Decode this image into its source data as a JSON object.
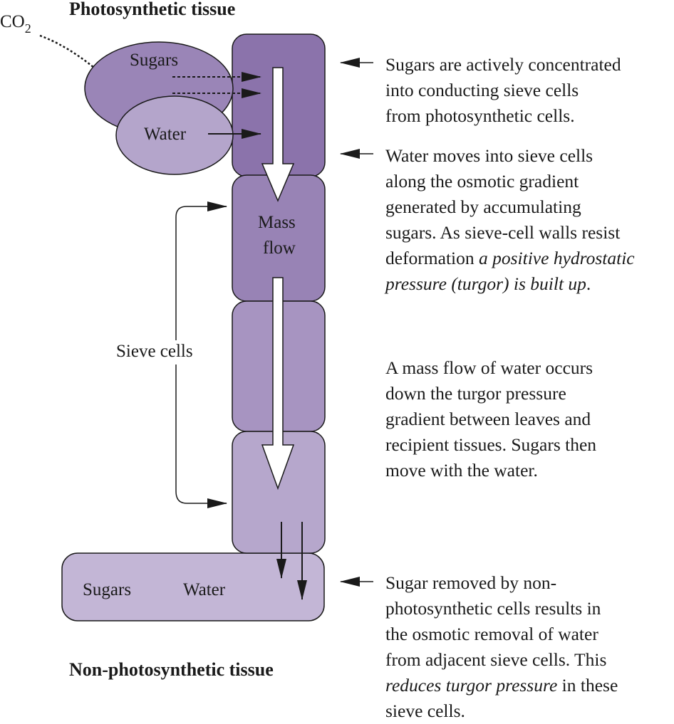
{
  "titles": {
    "top": "Photosynthetic tissue",
    "bottom": "Non-photosynthetic tissue"
  },
  "labels": {
    "co2": "CO",
    "co2_sub": "2",
    "sugars_top": "Sugars",
    "water_top": "Water",
    "mass_flow_line1": "Mass",
    "mass_flow_line2": "flow",
    "sieve_cells": "Sieve cells",
    "sugars_bottom": "Sugars",
    "water_bottom": "Water"
  },
  "explanations": [
    {
      "lines": [
        [
          {
            "t": "Sugars are actively concentrated"
          }
        ],
        [
          {
            "t": "into conducting sieve cells"
          }
        ],
        [
          {
            "t": "from photosynthetic cells."
          }
        ]
      ]
    },
    {
      "lines": [
        [
          {
            "t": "Water moves into sieve cells"
          }
        ],
        [
          {
            "t": "along the osmotic gradient"
          }
        ],
        [
          {
            "t": "generated by accumulating"
          }
        ],
        [
          {
            "t": "sugars.  As sieve-cell walls resist"
          }
        ],
        [
          {
            "t": "deformation "
          },
          {
            "t": "a positive hydrostatic",
            "i": true
          }
        ],
        [
          {
            "t": "pressure (turgor) is built up",
            "i": true
          },
          {
            "t": "."
          }
        ]
      ]
    },
    {
      "lines": [
        [
          {
            "t": "A mass flow of water occurs"
          }
        ],
        [
          {
            "t": "down the turgor pressure"
          }
        ],
        [
          {
            "t": "gradient between leaves and"
          }
        ],
        [
          {
            "t": "recipient tissues. Sugars then"
          }
        ],
        [
          {
            "t": "move with the water."
          }
        ]
      ]
    },
    {
      "lines": [
        [
          {
            "t": "Sugar removed by non-"
          }
        ],
        [
          {
            "t": "photosynthetic cells results in"
          }
        ],
        [
          {
            "t": "the osmotic removal of water"
          }
        ],
        [
          {
            "t": "from adjacent sieve cells. This"
          }
        ],
        [
          {
            "t": "reduces turgor pressure",
            "i": true
          },
          {
            "t": " in these"
          }
        ],
        [
          {
            "t": "sieve cells."
          }
        ]
      ]
    }
  ],
  "colors": {
    "cell1": "#8b73ab",
    "cell2": "#9883b5",
    "cell3": "#a794c1",
    "cell4": "#b6a7cc",
    "sink": "#c3b6d6",
    "sugars_blob": "#9a85b7",
    "water_blob": "#b4a5cb",
    "outline": "#1a1a1a"
  }
}
